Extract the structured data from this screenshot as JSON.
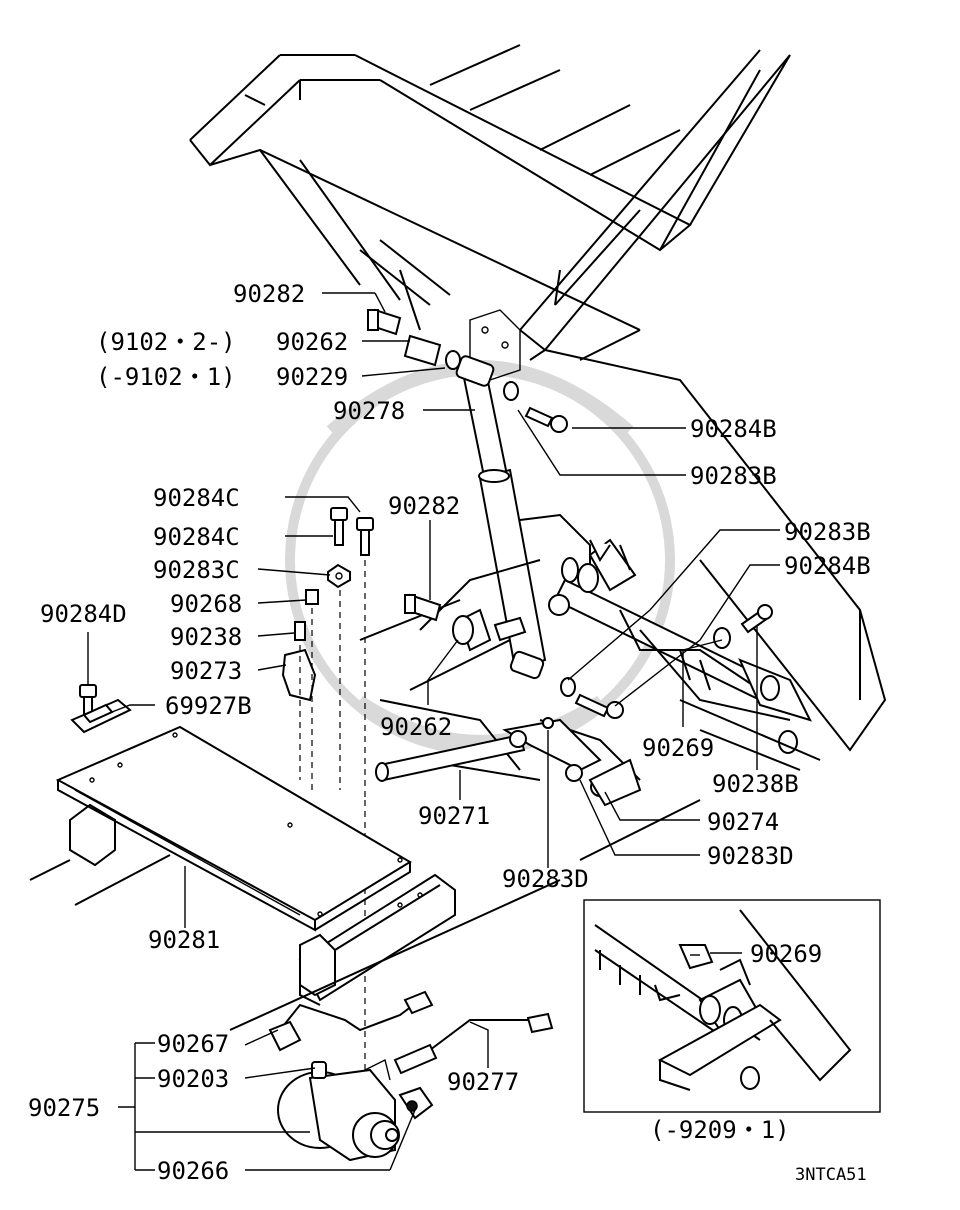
{
  "labels": {
    "p90282_top": "90282",
    "p90262_top": "90262",
    "p90229": "90229",
    "date_1": "(9102・2-)",
    "date_2": "(-9102・1)",
    "p90278": "90278",
    "p90284B_top": "90284B",
    "p90283B_top": "90283B",
    "p90284C_1": "90284C",
    "p90284C_2": "90284C",
    "p90283C": "90283C",
    "p90268": "90268",
    "p90238": "90238",
    "p90273": "90273",
    "p90284D": "90284D",
    "p69927B": "69927B",
    "p90282_mid": "90282",
    "p90262_mid": "90262",
    "p90283B_right": "90283B",
    "p90284B_right": "90284B",
    "p90269_main": "90269",
    "p90238B": "90238B",
    "p90274": "90274",
    "p90271": "90271",
    "p90283D_right": "90283D",
    "p90283D_bottom": "90283D",
    "p90281": "90281",
    "p90267": "90267",
    "p90203": "90203",
    "p90275": "90275",
    "p90266": "90266",
    "p90277": "90277",
    "p90269_inset": "90269",
    "inset_date": "(-9209・1)",
    "drawing_code": "3NTCA51"
  }
}
